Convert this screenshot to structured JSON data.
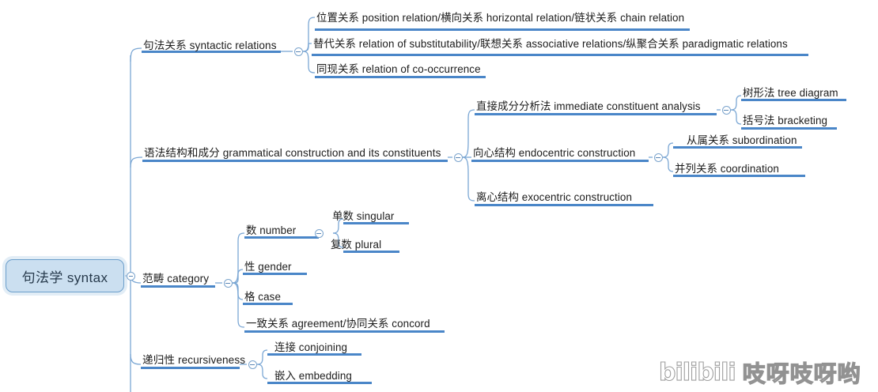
{
  "diagram": {
    "kind": "mind-map",
    "title": "句法学 syntax",
    "accent_color": "#5b8fc9",
    "underline_color": "#4a86c8",
    "root_fill": "#cbdff0",
    "root_border": "#6b9ecb",
    "text_color": "#1c1c1c"
  },
  "root": {
    "label": "句法学 syntax",
    "collapse_icon": "minus-circle-icon"
  },
  "branches": [
    {
      "id": "syntactic-relations",
      "label": "句法关系 syntactic relations",
      "collapse_icon": "minus-circle-icon",
      "children": [
        {
          "label": "位置关系 position relation/横向关系 horizontal relation/链状关系 chain relation"
        },
        {
          "label": "替代关系 relation of substitutability/联想关系 associative relations/纵聚合关系 paradigmatic relations"
        },
        {
          "label": "同现关系 relation of co-occurrence"
        }
      ]
    },
    {
      "id": "grammatical-construction",
      "label": "语法结构和成分 grammatical construction and its constituents",
      "collapse_icon": "minus-circle-icon",
      "children": [
        {
          "label": "直接成分分析法 immediate constituent analysis",
          "collapse_icon": "minus-circle-icon",
          "children": [
            {
              "label": "树形法 tree diagram"
            },
            {
              "label": "括号法 bracketing"
            }
          ]
        },
        {
          "label": "向心结构 endocentric construction",
          "collapse_icon": "minus-circle-icon",
          "children": [
            {
              "label": "从属关系 subordination"
            },
            {
              "label": "并列关系 coordination"
            }
          ]
        },
        {
          "label": "离心结构 exocentric construction"
        }
      ]
    },
    {
      "id": "category",
      "label": "范畴 category",
      "collapse_icon": "minus-circle-icon",
      "children": [
        {
          "label": "数 number",
          "collapse_icon": "minus-circle-icon",
          "children": [
            {
              "label": "单数 singular"
            },
            {
              "label": "复数 plural"
            }
          ]
        },
        {
          "label": "性 gender"
        },
        {
          "label": "格 case"
        },
        {
          "label": "一致关系 agreement/协同关系 concord"
        }
      ]
    },
    {
      "id": "recursiveness",
      "label": "递归性 recursiveness",
      "collapse_icon": "minus-circle-icon",
      "children": [
        {
          "label": "连接 conjoining"
        },
        {
          "label": "嵌入 embedding"
        }
      ]
    }
  ],
  "watermark": {
    "logo": "bilibili",
    "text": "吱呀吱呀哟"
  }
}
